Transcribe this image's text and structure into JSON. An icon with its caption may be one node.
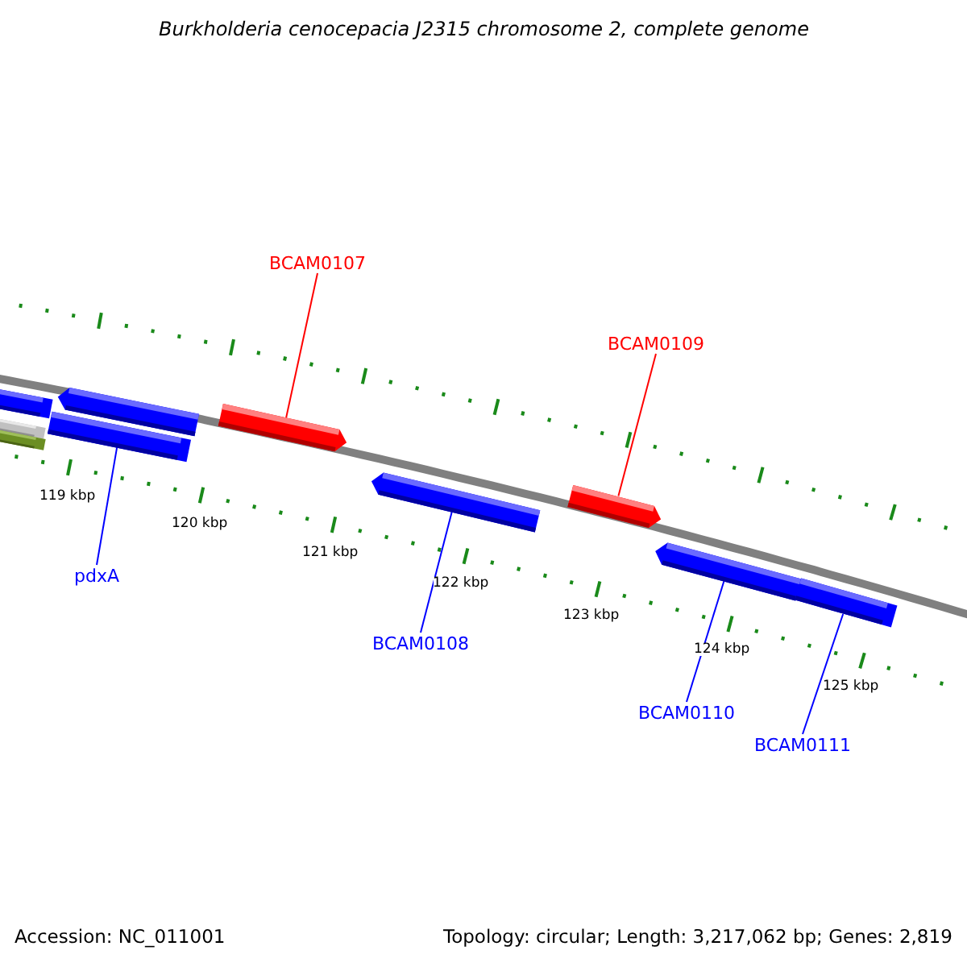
{
  "diagram": {
    "title": "Burkholderia cenocepacia J2315 chromosome 2, complete genome",
    "nodes": [
      {
        "text": [
          "BCAM0107"
        ]
      },
      {
        "text": [
          "BCAM0109"
        ]
      },
      {
        "text": [],
        "shape": "bar"
      },
      {
        "text": [],
        "shape": "bar"
      },
      {
        "text": [],
        "shape": "bar"
      },
      {
        "text": [],
        "shape": "bar"
      },
      {
        "text": [],
        "shape": "bar"
      },
      {
        "text": [],
        "shape": "bar"
      },
      {
        "text": [],
        "shape": "bar"
      },
      {
        "text": [],
        "shape": "bar"
      },
      {
        "text": [],
        "shape": "bar"
      },
      {
        "text": [],
        "shape": "bar"
      },
      {
        "text": [
          "pdxA"
        ]
      },
      {
        "text": [
          "BCAM0108"
        ]
      },
      {
        "text": [
          "BCAM0110"
        ]
      },
      {
        "text": [
          "BCAM0111"
        ]
      }
    ],
    "edges": [
      {
        "from": 0,
        "to": 4,
        "arrow": "none",
        "color": "#ff0000"
      },
      {
        "from": 1,
        "to": 9,
        "arrow": "none",
        "color": "#ff0000"
      },
      {
        "from": 12,
        "to": 7,
        "arrow": "none"
      },
      {
        "from": 13,
        "to": 8,
        "arrow": "none"
      },
      {
        "from": 14,
        "to": 10,
        "arrow": "none"
      },
      {
        "from": 15,
        "to": 11,
        "arrow": "none"
      }
    ],
    "labels": [
      "119 kbp",
      "120 kbp",
      "121 kbp",
      "122 kbp",
      "123 kbp",
      "124 kbp",
      "125 kbp",
      "Accession: NC_011001",
      "Topology: circular; Length: 3,217,062 bp; Genes: 2,819"
    ]
  }
}
